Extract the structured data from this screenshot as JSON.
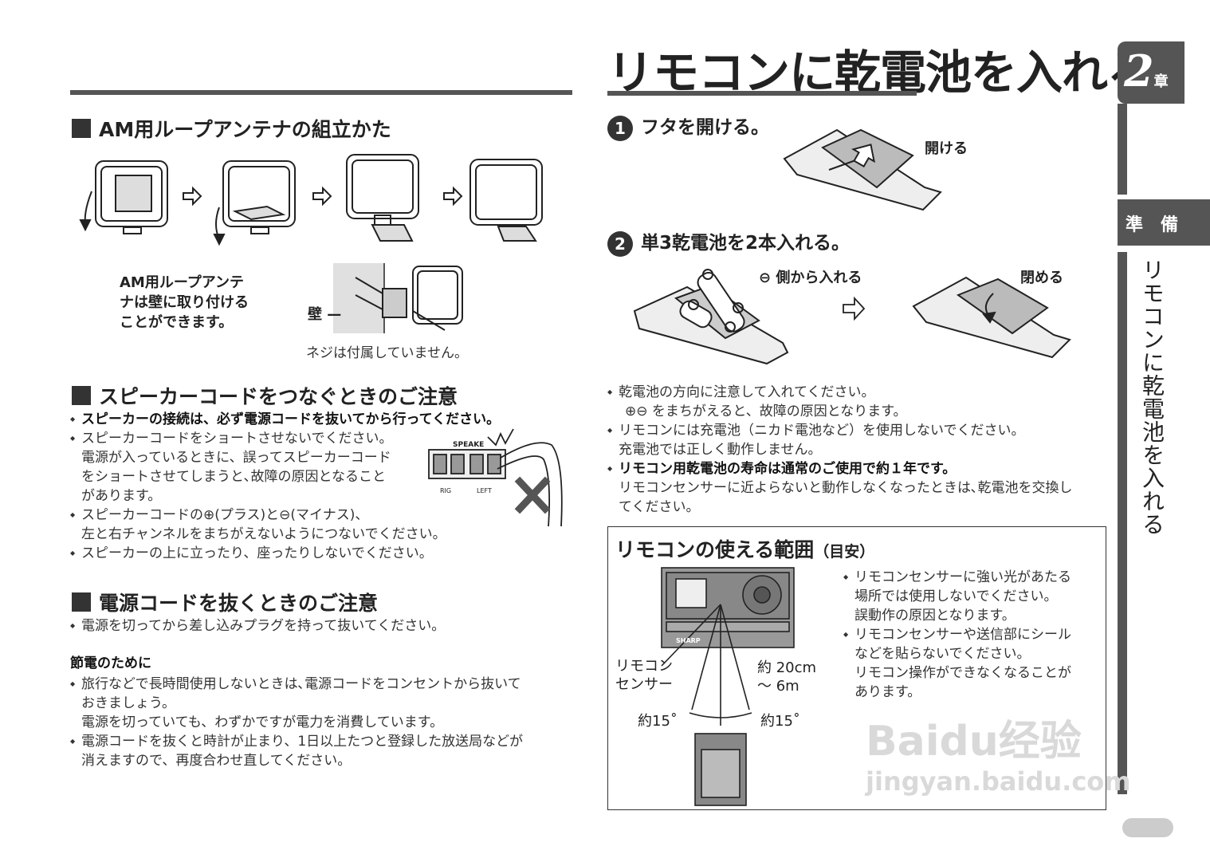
{
  "page_title": "リモコンに乾電池を入れる",
  "side_tab": {
    "chapter_number": "2",
    "chapter_suffix": "章",
    "section_label": "準　備",
    "vertical_title": "リモコンに乾電池を入れる"
  },
  "antenna": {
    "heading": "AM用ループアンテナの組立かた",
    "wall_note_lines": [
      "AM用ループアンテ",
      "ナは壁に取り付ける",
      "ことができます。"
    ],
    "wall_label": "壁",
    "screw_note": "ネジは付属していません。"
  },
  "speaker": {
    "heading": "スピーカーコードをつなぐときのご注意",
    "bullet1": "スピーカーの接続は、必ず電源コードを抜いてから行ってください。",
    "bullet2_lines": [
      "スピーカーコードをショートさせないでください。",
      "電源が入っているときに、誤ってスピーカーコード",
      "をショートさせてしまうと､故障の原因となること",
      "があります。"
    ],
    "bullet3_lines": [
      "スピーカーコードの⊕(プラス)と⊖(マイナス)、",
      "左と右チャンネルをまちがえないようにつないでください。"
    ],
    "bullet4": "スピーカーの上に立ったり、座ったりしないでください。",
    "terminal_labels": {
      "speakers": "SPEAKE",
      "right": "RIG",
      "left": "LEFT"
    }
  },
  "power": {
    "heading": "電源コードを抜くときのご注意",
    "bullet": "電源を切ってから差し込みプラグを持って抜いてください。"
  },
  "saving": {
    "heading": "節電のために",
    "bullet1_lines": [
      "旅行などで長時間使用しないときは､電源コードをコンセントから抜いて",
      "おきましょう。",
      "電源を切っていても、わずかですが電力を消費しています。"
    ],
    "bullet2_lines": [
      "電源コードを抜くと時計が止まり、1日以上たつと登録した放送局などが",
      "消えますので、再度合わせ直してください。"
    ]
  },
  "steps": [
    {
      "number": "1",
      "text": "フタを開ける。",
      "label": "開ける"
    },
    {
      "number": "2",
      "text": "単3乾電池を2本入れる。",
      "label_insert": "⊖ 側から入れる",
      "label_close": "閉める"
    }
  ],
  "notes": {
    "line1": "乾電池の方向に注意して入れてください。",
    "line2": "⊕⊖ をまちがえると、故障の原因となります。",
    "line3": "リモコンには充電池（ニカド電池など）を使用しないでください。",
    "line4": "充電池では正しく動作しません。",
    "line5": "リモコン用乾電池の寿命は通常のご使用で約１年です。",
    "line6": "リモコンセンサーに近よらないと動作しなくなったときは､乾電池を交換し",
    "line7": "てください。"
  },
  "range_box": {
    "title": "リモコンの使える範囲",
    "title_sub": "（目安）",
    "sensor_label_lines": [
      "リモコン",
      "センサー"
    ],
    "distance_lines": [
      "約 20cm",
      "～ 6m"
    ],
    "angle_left": "約15˚",
    "angle_right": "約15˚",
    "brand": "SHARP",
    "bullet1_lines": [
      "リモコンセンサーに強い光があたる",
      "場所では使用しないでください。",
      "誤動作の原因となります。"
    ],
    "bullet2_lines": [
      "リモコンセンサーや送信部にシール",
      "などを貼らないでください。",
      "リモコン操作ができなくなることが",
      "あります。"
    ]
  },
  "watermark": {
    "line1": "Baidu经验",
    "line2": "jingyan.baidu.com"
  }
}
